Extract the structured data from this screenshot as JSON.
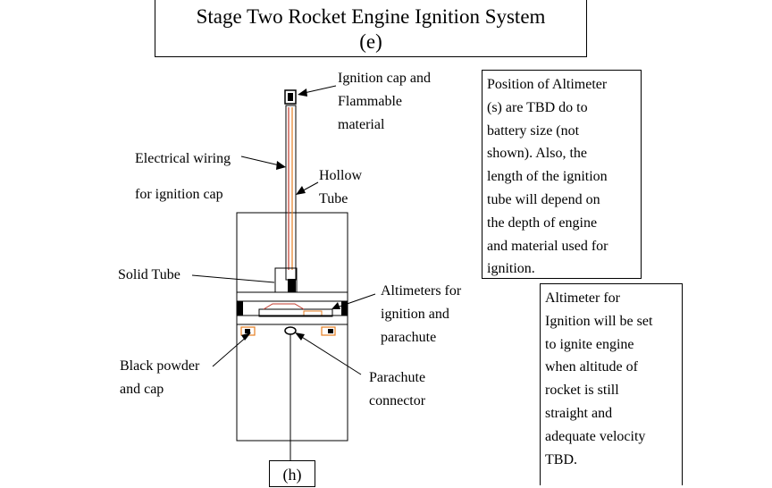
{
  "title": {
    "line1": "Stage Two Rocket Engine Ignition System",
    "line2": "(e)"
  },
  "labels": {
    "ignition_cap": [
      "Ignition cap and",
      "Flammable",
      "material"
    ],
    "electrical_wiring": [
      "Electrical wiring",
      "for ignition cap"
    ],
    "hollow_tube": [
      "Hollow",
      "Tube"
    ],
    "solid_tube": "Solid Tube",
    "altimeters": [
      "Altimeters for",
      "ignition and",
      "parachute"
    ],
    "black_powder": [
      "Black powder",
      "and cap"
    ],
    "parachute_connector": [
      "Parachute",
      "connector"
    ]
  },
  "notes": {
    "altimeter_position": [
      "Position of Altimeter",
      "(s) are TBD do to",
      "battery size (not",
      "shown). Also, the",
      "length of the ignition",
      "tube will depend on",
      "the depth of engine",
      "and material used for",
      "ignition."
    ],
    "altimeter_ignition": [
      "Altimeter for",
      "Ignition will be set",
      "to ignite engine",
      "when altitude of",
      "rocket is still",
      "straight and",
      "adequate velocity",
      "TBD."
    ]
  },
  "bottom_box": "(h)",
  "colors": {
    "wire": "#c0392b",
    "accent": "#e67e22",
    "line": "#000000"
  }
}
